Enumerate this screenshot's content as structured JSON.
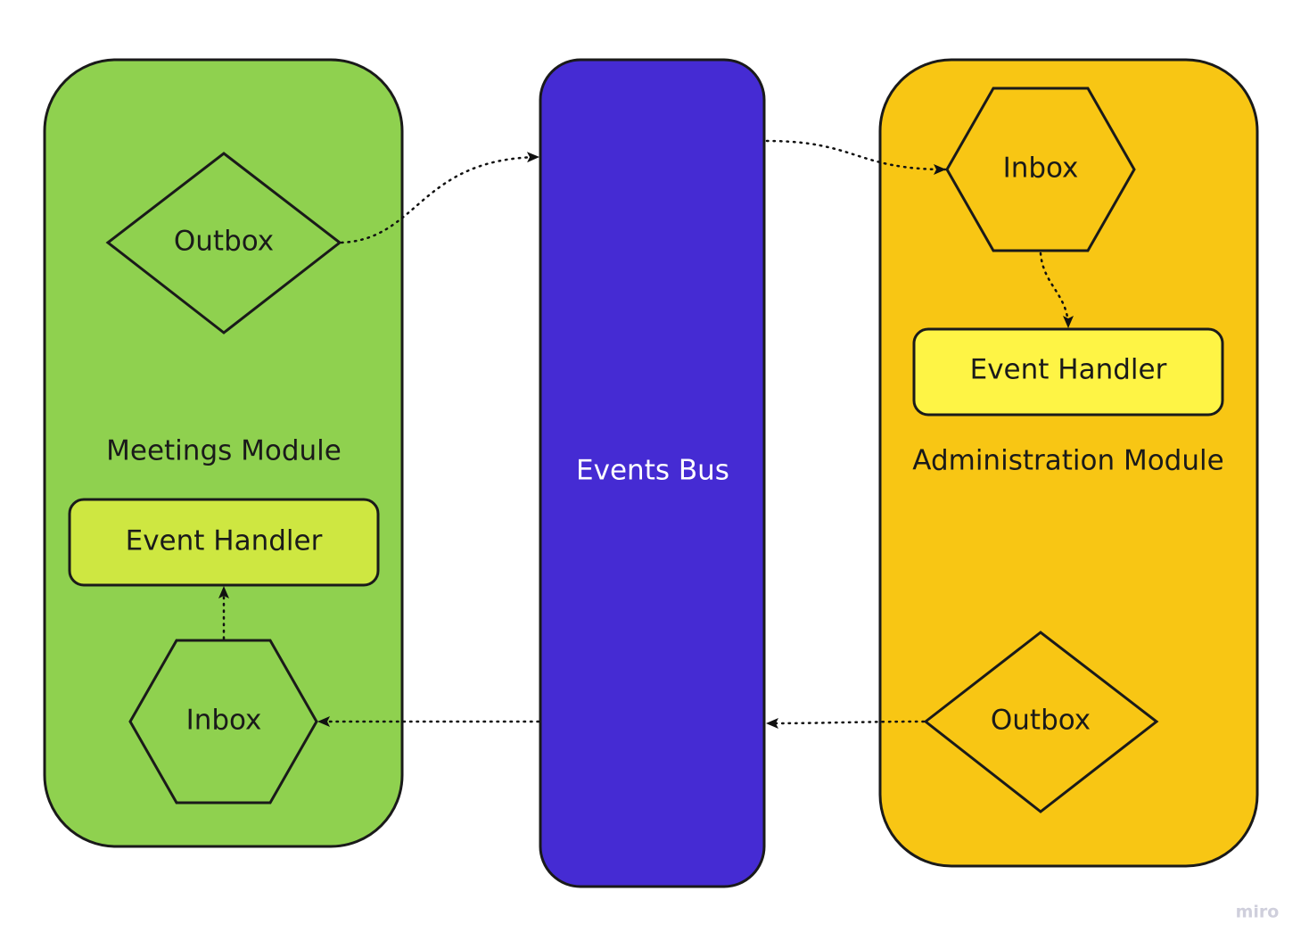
{
  "colors": {
    "meetings_module": "#8fd14f",
    "events_bus": "#452bd3",
    "administration_module": "#f8c614",
    "meetings_event_handler": "#cee741",
    "admin_event_handler": "#fef445",
    "stroke": "#1a1a1a"
  },
  "meetings_module": {
    "label": "Meetings Module",
    "outbox": "Outbox",
    "event_handler": "Event Handler",
    "inbox": "Inbox"
  },
  "events_bus": {
    "label": "Events Bus"
  },
  "administration_module": {
    "label": "Administration Module",
    "inbox": "Inbox",
    "event_handler": "Event Handler",
    "outbox": "Outbox"
  },
  "watermark": "miro"
}
